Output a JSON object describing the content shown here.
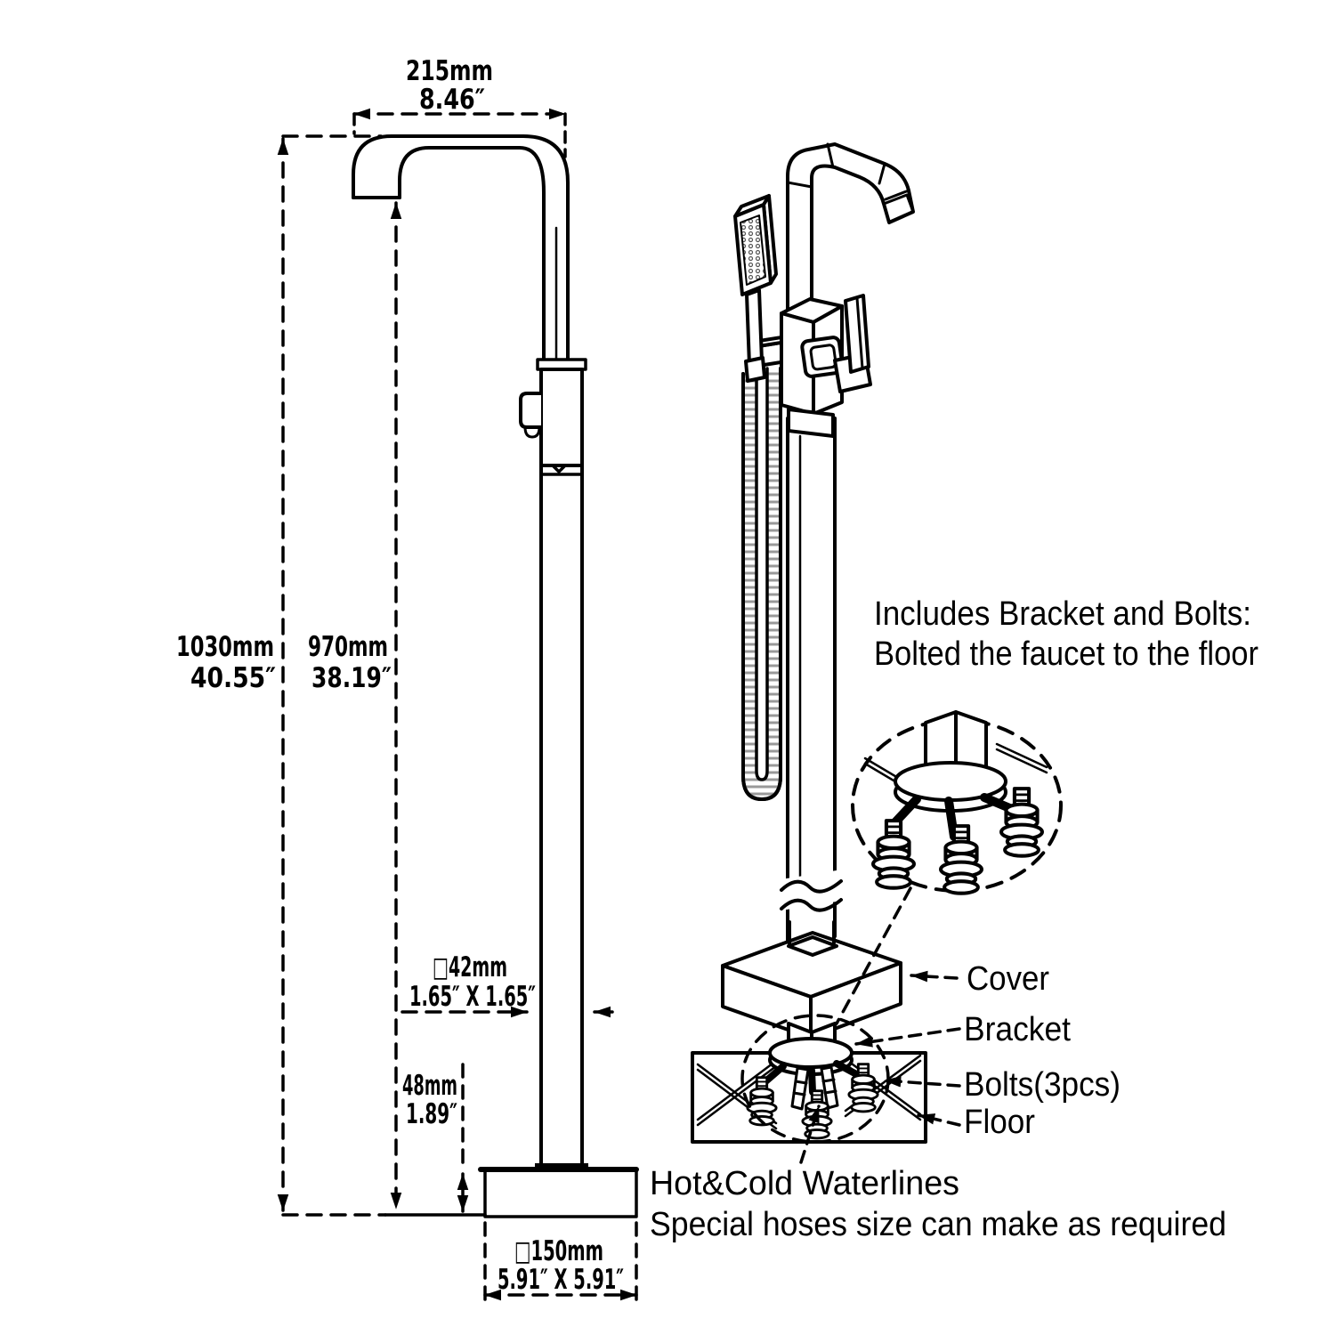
{
  "page": {
    "background_color": "#ffffff",
    "ink_color": "#000000",
    "hose_rib_color": "#999999",
    "description": "Freestanding tub faucet installation dimension diagram"
  },
  "left_view": {
    "dimensions": {
      "spout_reach": {
        "metric": "215mm",
        "imperial": "8.46″"
      },
      "overall_height": {
        "metric": "1030mm",
        "imperial": "40.55″"
      },
      "spout_height": {
        "metric": "970mm",
        "imperial": "38.19″"
      },
      "column_section": {
        "metric": "□42mm",
        "imperial": "1.65″ X 1.65″"
      },
      "base_height": {
        "metric": "48mm",
        "imperial": "1.89″"
      },
      "base_section": {
        "metric": "□150mm",
        "imperial": "5.91″ X 5.91″"
      }
    }
  },
  "right_view": {
    "note": {
      "line1": "Includes Bracket and Bolts:",
      "line2": "Bolted the faucet to the floor"
    },
    "callouts": {
      "cover": "Cover",
      "bracket": "Bracket",
      "bolts": "Bolts(3pcs)",
      "floor": "Floor"
    },
    "waterlines_note": {
      "line1": "Hot&Cold Waterlines",
      "line2": "Special hoses size can make as required"
    }
  }
}
